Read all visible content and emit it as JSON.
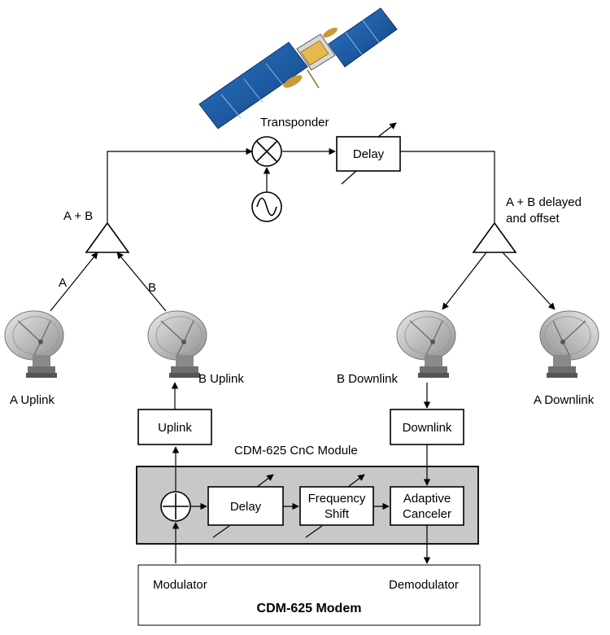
{
  "labels": {
    "transponder": "Transponder",
    "delay_sat": "Delay",
    "sum_ab": "A + B",
    "delayed_line1": "A + B delayed",
    "delayed_line2": "and offset",
    "a": "A",
    "b": "B",
    "a_uplink": "A Uplink",
    "b_uplink": "B Uplink",
    "b_downlink": "B Downlink",
    "a_downlink": "A Downlink",
    "uplink_box": "Uplink",
    "downlink_box": "Downlink",
    "cnc_module": "CDM-625 CnC Module",
    "delay_cnc": "Delay",
    "freq_line1": "Frequency",
    "freq_line2": "Shift",
    "canceler_line1": "Adaptive",
    "canceler_line2": "Canceler",
    "modulator": "Modulator",
    "demodulator": "Demodulator",
    "modem_title": "CDM-625 Modem"
  },
  "colors": {
    "module_fill": "#c8c8c8",
    "solar_panel": "#1f5fae",
    "dish": "#b9b9b9"
  },
  "icons": [
    "satellite-icon",
    "mixer-icon",
    "oscillator-icon",
    "amplifier-icon",
    "dish-antenna-icon",
    "summer-icon"
  ]
}
